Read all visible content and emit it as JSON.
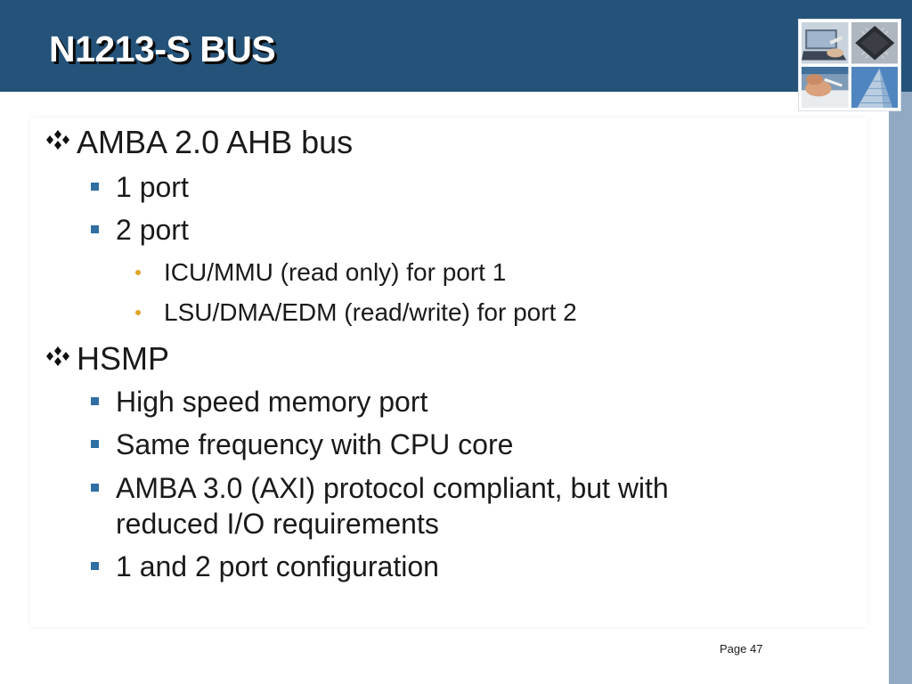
{
  "slide": {
    "title": "N1213-S BUS",
    "page_label": "Page 47"
  },
  "bullets": {
    "amba_ahb": "AMBA 2.0 AHB bus",
    "port1": "1 port",
    "port2": "2 port",
    "icu_mmu": "ICU/MMU (read only) for port 1",
    "lsu_dma": "LSU/DMA/EDM (read/write) for port 2",
    "hsmp": "HSMP",
    "hs_memory": "High speed memory port",
    "same_freq": "Same frequency with CPU core",
    "axi_line1": "AMBA 3.0 (AXI) protocol compliant, but with",
    "axi_line2": "reduced I/O requirements",
    "port_config": "1 and 2 port configuration"
  },
  "icons": {
    "level1_marker": "diamond-cluster-icon",
    "level2_marker": "square-bullet-icon",
    "level3_marker": "dot-bullet-icon",
    "header_images": [
      "laptop-hands-photo",
      "microchip-photo",
      "hand-writing-photo",
      "skyscraper-photo"
    ]
  },
  "colors": {
    "header": "#245279",
    "right_strip": "#91a9c2",
    "square_bullet": "#2f6fa3",
    "dot_bullet": "#e0a52a",
    "text": "#1a1a1a"
  }
}
